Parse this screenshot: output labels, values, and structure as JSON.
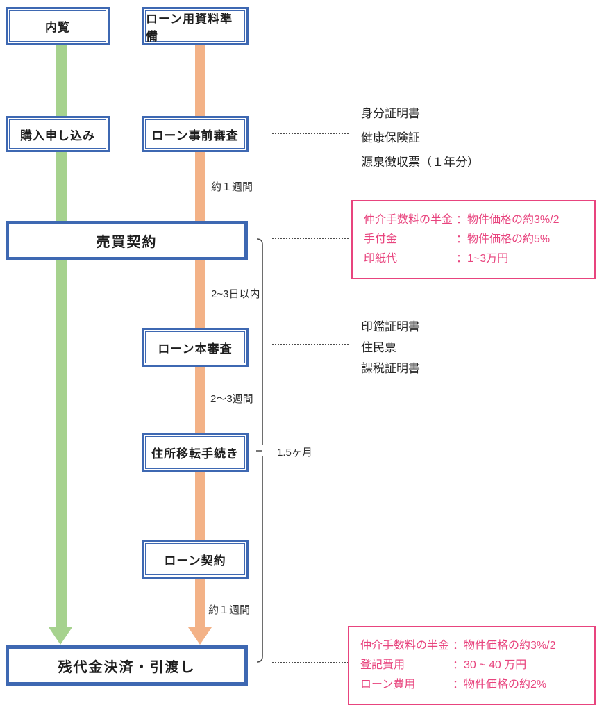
{
  "palette": {
    "box_border_blue": "#3e68b2",
    "track_green": "#a6d28e",
    "track_orange": "#f3b287",
    "cost_pink": "#e8447e",
    "text_dark": "#2e2e2e"
  },
  "steps": {
    "viewing": "内覧",
    "loan_docs_prep": "ローン用資料準備",
    "purchase_application": "購入申し込み",
    "loan_pre_screening": "ローン事前審査",
    "sales_contract": "売買契約",
    "loan_main_screening": "ローン本審査",
    "address_transfer": "住所移転手続き",
    "loan_contract": "ローン契約",
    "final_settlement": "残代金決済・引渡し"
  },
  "intervals": {
    "after_pre_screening": "約１週間",
    "after_contract": "2~3日以内",
    "after_main_screening": "2～3週間",
    "after_loan_contract": "約１週間",
    "total_duration": "1.5ヶ月"
  },
  "documents": {
    "pre_screening": [
      "身分証明書",
      "健康保険証",
      "源泉徴収票（１年分）"
    ],
    "main_screening": [
      "印鑑証明書",
      "住民票",
      "課税証明書"
    ]
  },
  "costs": {
    "at_contract": {
      "rows": [
        {
          "label": "仲介手数料の半金",
          "value": "：物件価格の約3%/2"
        },
        {
          "label": "手付金",
          "value": "：物件価格の約5%"
        },
        {
          "label": "印紙代",
          "value": "：1~3万円"
        }
      ]
    },
    "at_settlement": {
      "rows": [
        {
          "label": "仲介手数料の半金",
          "value": "：物件価格の約3%/2"
        },
        {
          "label": "登記費用",
          "value": "：30 ~ 40 万円"
        },
        {
          "label": "ローン費用",
          "value": "：物件価格の約2%"
        }
      ]
    }
  }
}
